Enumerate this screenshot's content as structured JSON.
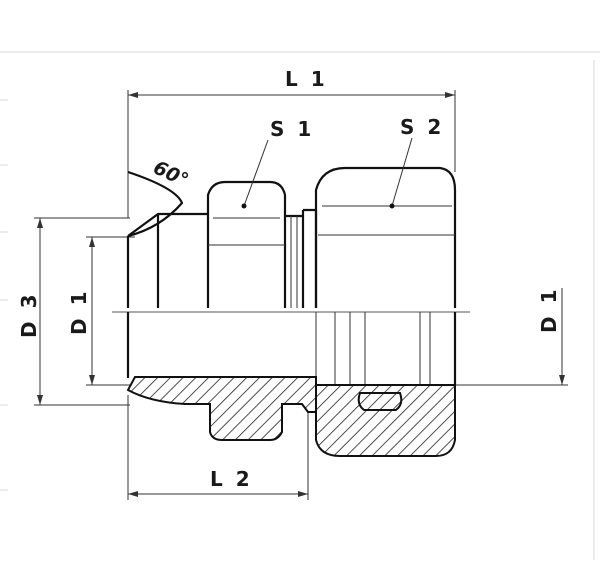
{
  "labels": {
    "l1": "L 1",
    "l2": "L 2",
    "s1": "S 1",
    "s2": "S 2",
    "d1_left": "D 1",
    "d3": "D 3",
    "d1_right": "D 1",
    "angle": "60°"
  }
}
